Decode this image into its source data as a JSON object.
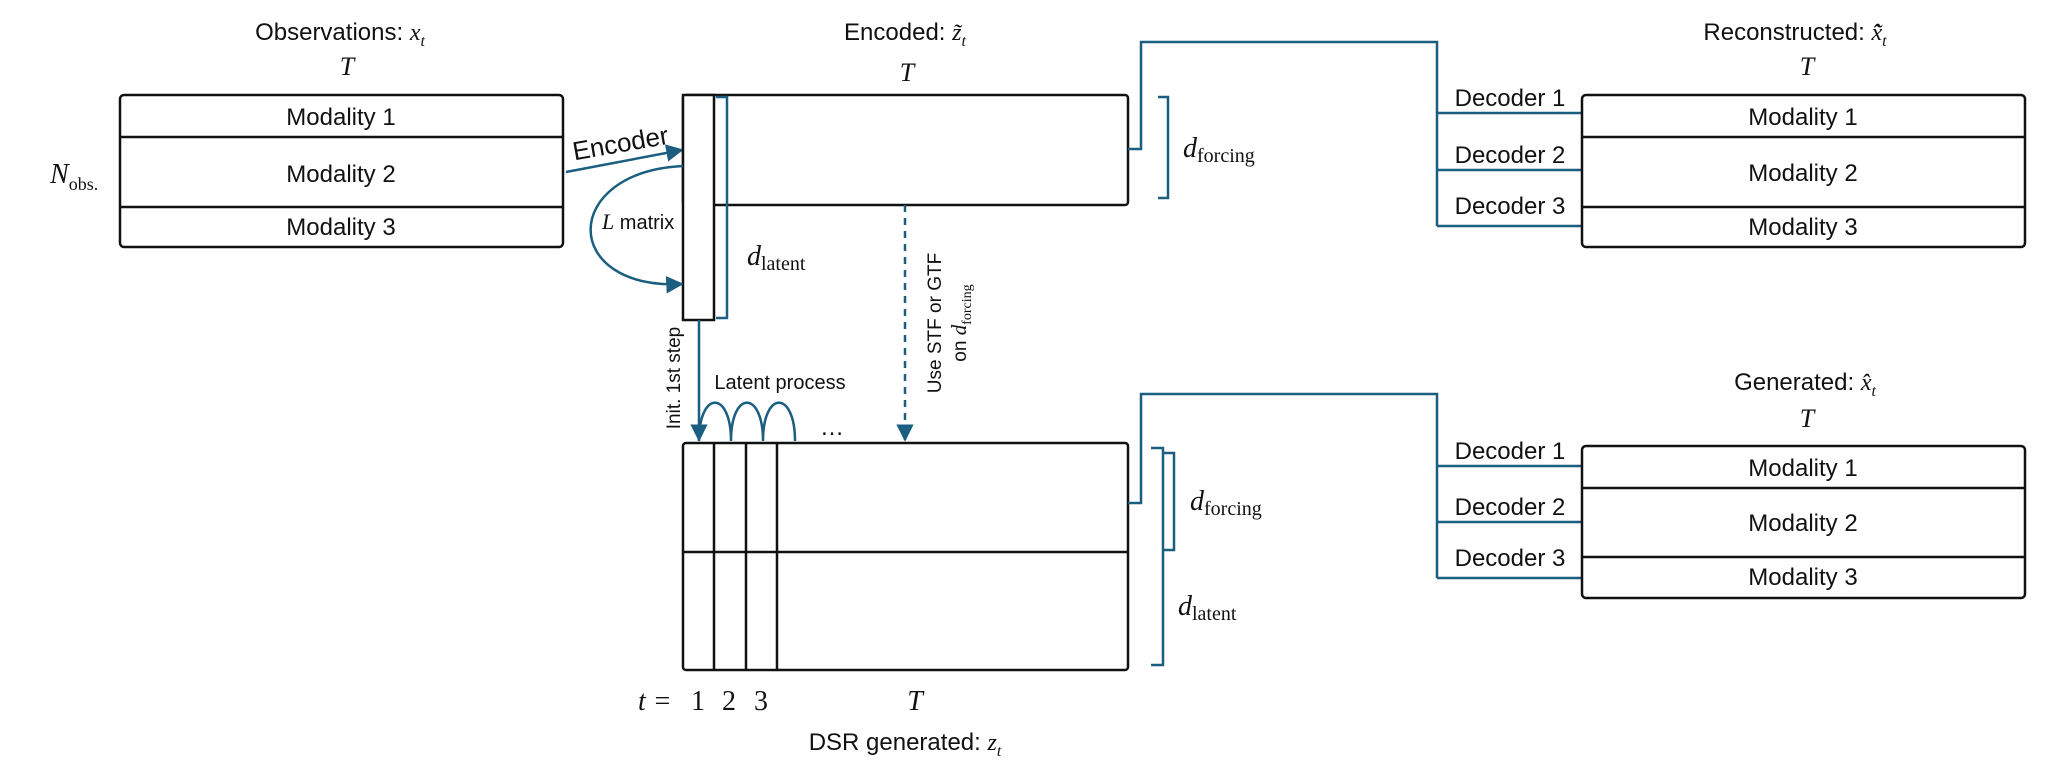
{
  "observations": {
    "title_prefix": "Observations: ",
    "title_var": "x",
    "title_sub": "t",
    "time_label": "T",
    "n_obs_main": "N",
    "n_obs_sub": "obs.",
    "modalities": [
      "Modality 1",
      "Modality 2",
      "Modality 3"
    ]
  },
  "encoder_label": "Encoder",
  "l_matrix": {
    "var": "L",
    "text": " matrix"
  },
  "encoded": {
    "title_prefix": "Encoded: ",
    "title_var": "z̃",
    "title_sub": "t",
    "time_label": "T",
    "d_forcing_main": "d",
    "d_forcing_sub": "forcing",
    "d_latent_main": "d",
    "d_latent_sub": "latent"
  },
  "reconstructed": {
    "title_prefix": "Reconstructed: ",
    "title_var": "x̂̃",
    "title_sub": "t",
    "time_label": "T",
    "decoders": [
      "Decoder 1",
      "Decoder 2",
      "Decoder 3"
    ],
    "modalities": [
      "Modality 1",
      "Modality 2",
      "Modality 3"
    ]
  },
  "generated": {
    "title_prefix": "Generated: ",
    "title_var": "x̂",
    "title_sub": "t",
    "time_label": "T",
    "decoders": [
      "Decoder 1",
      "Decoder 2",
      "Decoder 3"
    ],
    "modalities": [
      "Modality 1",
      "Modality 2",
      "Modality 3"
    ]
  },
  "stf_label": {
    "line1": "Use STF or GTF",
    "line2_prefix": "on ",
    "line2_var": "d",
    "line2_sub": "forcing"
  },
  "init_step_label": "Init. 1st step",
  "latent_process_label": "Latent process",
  "ellipsis": "…",
  "dsr": {
    "d_forcing_main": "d",
    "d_forcing_sub": "forcing",
    "d_latent_main": "d",
    "d_latent_sub": "latent",
    "time_prefix": "t = ",
    "steps": [
      "1",
      "2",
      "3"
    ],
    "time_label": "T",
    "caption_prefix": "DSR generated: ",
    "caption_var": "z",
    "caption_sub": "t"
  },
  "colors": {
    "connector": "#1b5e80",
    "outline": "#111111"
  }
}
